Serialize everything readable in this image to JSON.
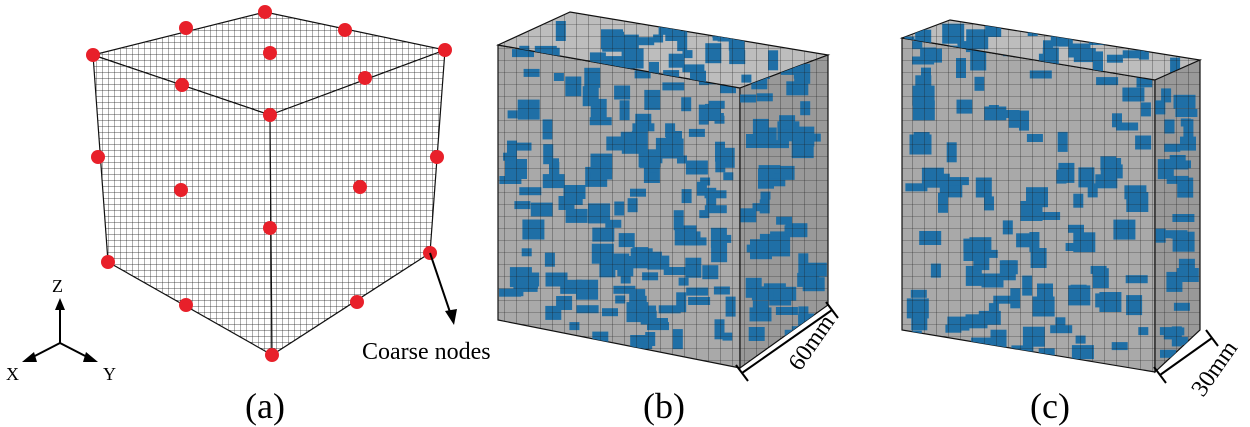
{
  "panels": [
    {
      "label": "(a)"
    },
    {
      "label": "(b)",
      "dimension": "60mm"
    },
    {
      "label": "(c)",
      "dimension": "30mm"
    }
  ],
  "axes": {
    "x": "X",
    "y": "Y",
    "z": "Z"
  },
  "annotation": {
    "text": "Coarse nodes"
  },
  "colors": {
    "mesh_line": "#1a1a1a",
    "cube_face": "#ffffff",
    "gray_cell": "#a9a9a9",
    "blue_cell": "#1f6fa6",
    "node": "#e8202a"
  }
}
